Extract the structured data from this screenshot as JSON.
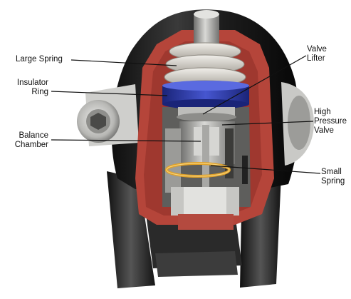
{
  "labels": {
    "large_spring": "Large Spring",
    "insulator_ring": "Insulator\nRing",
    "balance_chamber": "Balance\nChamber",
    "valve_lifter": "Valve\nLifter",
    "high_pressure_valve": "High\nPressure\nValve",
    "small_spring": "Small\nSpring"
  },
  "colors": {
    "housing_dark": "#1d1d1d",
    "cutaway_red": "#b5453a",
    "insulator_blue": "#2f3fae",
    "spring_silver": "#d6d3cc",
    "metal_gray": "#9a9a98",
    "small_spring_yellow": "#e0a12a"
  }
}
